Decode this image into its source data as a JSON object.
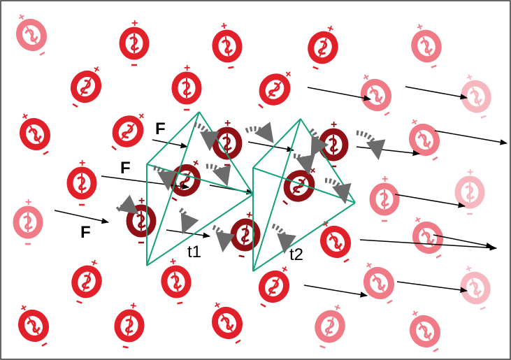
{
  "labels": {
    "force_1": "F",
    "force_2": "F",
    "force_3": "F",
    "time_1": "t1",
    "time_2": "t2",
    "plus": "+",
    "minus": "−"
  },
  "colors": {
    "background": "#ffffff",
    "border": "#333333",
    "dark_dipole": "#8f1015",
    "mid_dipole": "#e2202a",
    "light_dipole": "#f07a86",
    "pale_dipole": "#f6b7bf",
    "hop_arrow": "#6b6b6b",
    "tetrahedron": "#16a07c",
    "force_arrow": "#000000"
  }
}
